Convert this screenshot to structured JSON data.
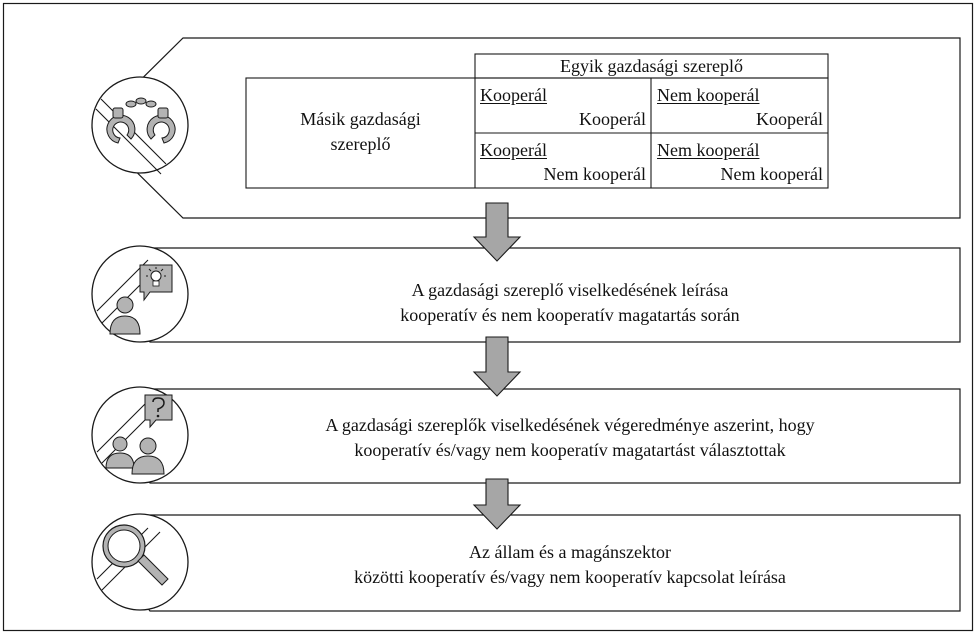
{
  "payoff_matrix": {
    "column_header": "Egyik gazdasági szereplő",
    "row_header_line1": "Másik gazdasági",
    "row_header_line2": "szereplő",
    "cells": [
      {
        "top": "Kooperál",
        "bottom": "Kooperál"
      },
      {
        "top": "Nem kooperál",
        "bottom": "Kooperál"
      },
      {
        "top": "Kooperál",
        "bottom": "Nem kooperál"
      },
      {
        "top": "Nem kooperál",
        "bottom": "Nem kooperál"
      }
    ]
  },
  "steps": [
    {
      "icon": "handcuffs-icon"
    },
    {
      "icon": "lightbulb-speech-person-icon",
      "line1": "A gazdasági szereplő viselkedésének leírása",
      "line2": "kooperatív és nem kooperatív magatartás során"
    },
    {
      "icon": "question-speech-two-people-icon",
      "line1": "A gazdasági szereplők viselkedésének végeredménye aszerint, hogy",
      "line2": "kooperatív és/vagy nem kooperatív magatartást választottak"
    },
    {
      "icon": "magnifier-icon",
      "line1": "Az állam és a magánszektor",
      "line2": "közötti kooperatív és/vagy nem kooperatív kapcsolat leírása"
    }
  ],
  "colors": {
    "arrow_fill": "#a6a6a6",
    "icon_fill": "#b3b3b3",
    "line": "#1a1a1a"
  }
}
